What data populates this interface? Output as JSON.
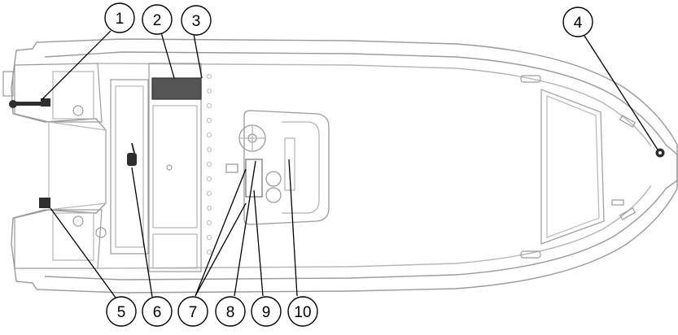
{
  "diagram": {
    "colors": {
      "hull_stroke": "#9a9a9a",
      "detail_stroke": "#b5b5b5",
      "leader": "#000000",
      "component_dark": "#2e2e2e",
      "panel_fill": "#555555"
    },
    "callouts": [
      {
        "id": "1",
        "label": "1"
      },
      {
        "id": "2",
        "label": "2"
      },
      {
        "id": "3",
        "label": "3"
      },
      {
        "id": "4",
        "label": "4"
      },
      {
        "id": "5",
        "label": "5"
      },
      {
        "id": "6",
        "label": "6"
      },
      {
        "id": "7",
        "label": "7"
      },
      {
        "id": "8",
        "label": "8"
      },
      {
        "id": "9",
        "label": "9"
      },
      {
        "id": "10",
        "label": "10"
      }
    ]
  }
}
